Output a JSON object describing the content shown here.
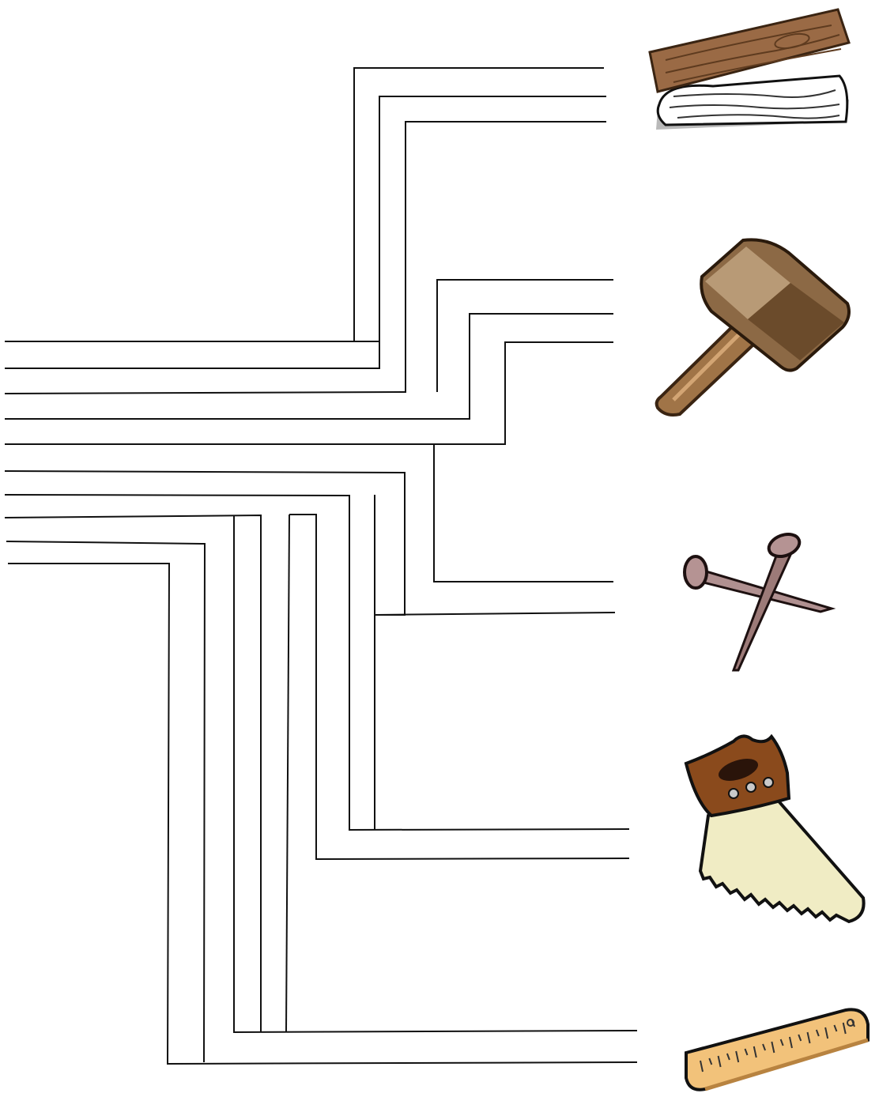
{
  "worksheet": {
    "activity": "line maze",
    "tools": [
      {
        "name": "wood-planks",
        "icon": "wood-planks-icon"
      },
      {
        "name": "mallet",
        "icon": "mallet-icon"
      },
      {
        "name": "nails",
        "icon": "nails-icon"
      },
      {
        "name": "handsaw",
        "icon": "handsaw-icon"
      },
      {
        "name": "ruler",
        "icon": "ruler-icon"
      }
    ],
    "colors": {
      "line": "#111111",
      "wood_dark": "#8b5a33",
      "wood_light": "#c8925c",
      "metal": "#b08a86",
      "saw_handle": "#8a4a1c",
      "saw_blade": "#eee8c4",
      "ruler": "#f2c27a"
    }
  }
}
